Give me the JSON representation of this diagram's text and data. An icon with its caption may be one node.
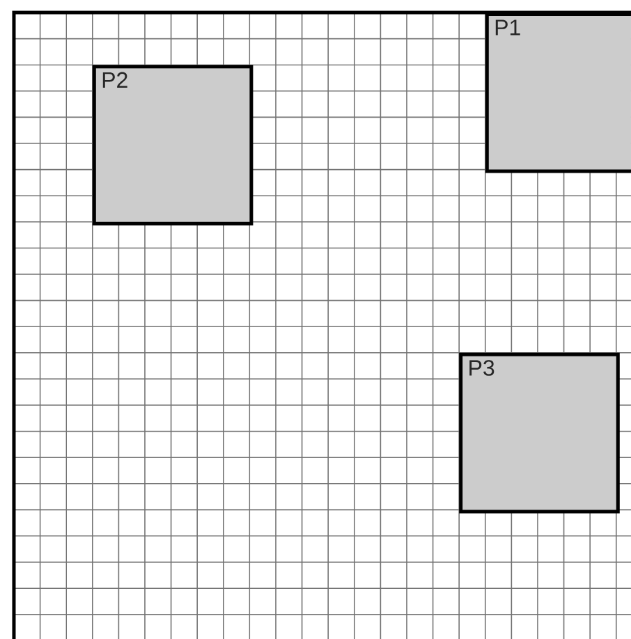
{
  "diagram": {
    "nodes": [
      {
        "text": [
          "P1"
        ]
      },
      {
        "text": [
          "P2"
        ]
      },
      {
        "text": [
          "P3"
        ]
      }
    ]
  }
}
